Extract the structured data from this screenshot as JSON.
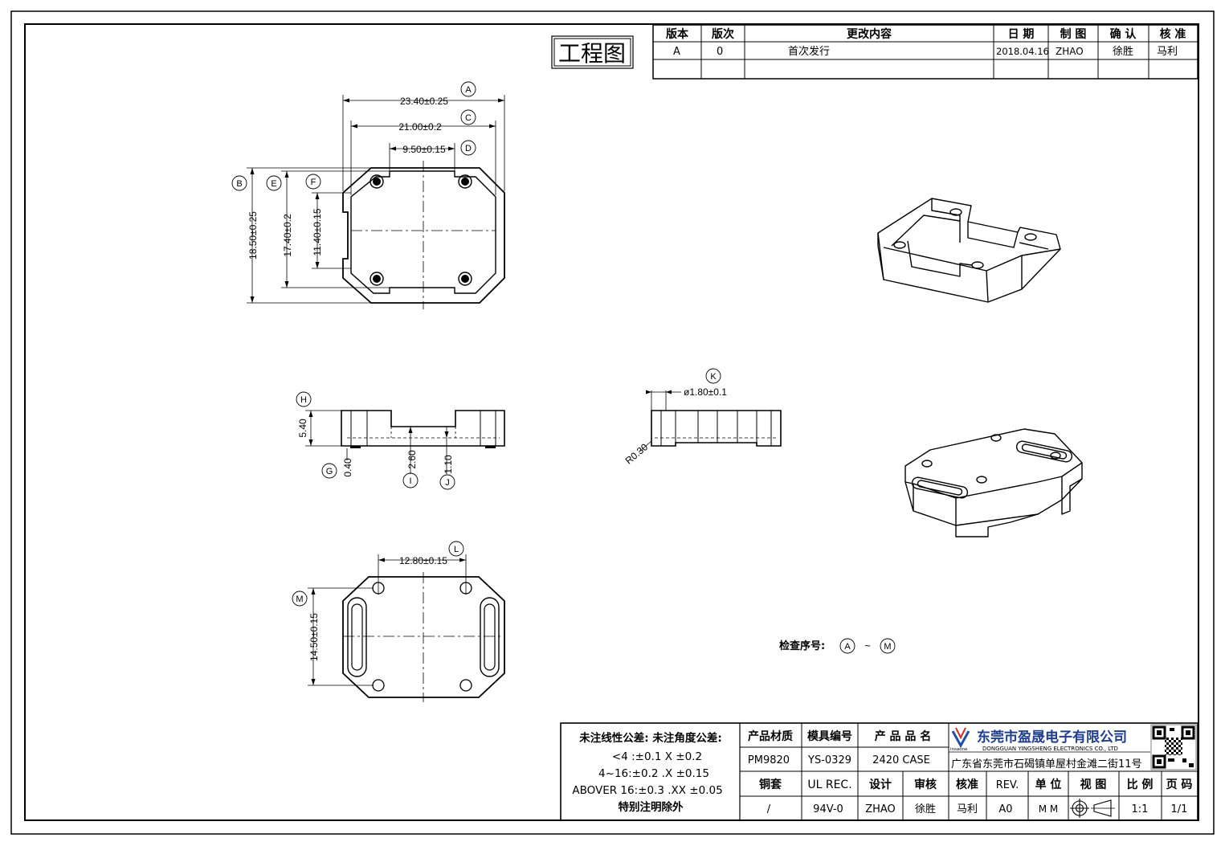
{
  "title_stamp": "工程图",
  "revision_table": {
    "headers": [
      "版本",
      "版次",
      "更改内容",
      "日 期",
      "制 图",
      "确 认",
      "核 准"
    ],
    "rows": [
      [
        "A",
        "0",
        "首次发行",
        "2018.04.16",
        "ZHAO",
        "徐胜",
        "马利"
      ],
      [
        "",
        "",
        "",
        "",
        "",
        "",
        ""
      ]
    ]
  },
  "dimensions": {
    "a": {
      "value": "23.40±0.25",
      "tag": "A"
    },
    "c": {
      "value": "21.00±0.2",
      "tag": "C"
    },
    "d": {
      "value": "9.50±0.15",
      "tag": "D"
    },
    "b": {
      "value": "18.50±0.25",
      "tag": "B"
    },
    "e": {
      "value": "17.40±0.2",
      "tag": "E"
    },
    "f": {
      "value": "11.40±0.15",
      "tag": "F"
    },
    "h": {
      "value": "5.40",
      "tag": "H"
    },
    "g": {
      "value": "0.40",
      "tag": "G"
    },
    "i": {
      "value": "2.60",
      "tag": "I"
    },
    "j": {
      "value": "1.10",
      "tag": "J"
    },
    "k": {
      "value": "ø1.80±0.1",
      "tag": "K"
    },
    "r": {
      "value": "R0.30"
    },
    "l": {
      "value": "12.80±0.15",
      "tag": "L"
    },
    "m": {
      "value": "14.50±0.15",
      "tag": "M"
    }
  },
  "inspection": {
    "label": "检查序号:",
    "from": "A",
    "sep": "~",
    "to": "M"
  },
  "tolerance": {
    "heading": "未注线性公差:  未注角度公差:",
    "line1": "<4 :±0.1  X ±0.2",
    "line2": "4~16:±0.2  .X ±0.15",
    "line3": "ABOVER 16:±0.3  .XX ±0.05",
    "note": "特别注明除外"
  },
  "title_block": {
    "material_label": "产品材质",
    "material": "PM9820",
    "mold_label": "模具编号",
    "mold": "YS-0329",
    "product_label": "产 品 品 名",
    "product": "2420 CASE",
    "pin_label": "铜套",
    "pin": "/",
    "ul_label": "UL REC.",
    "ul": "94V-0",
    "design_label": "设计",
    "design": "ZHAO",
    "review_label": "审核",
    "review": "徐胜",
    "approve_label": "核准",
    "approve": "马利",
    "rev_label": "REV.",
    "rev": "A0",
    "unit_label": "单 位",
    "unit": "M M",
    "view_label": "视 图",
    "scale_label": "比 例",
    "scale": "1:1",
    "page_label": "页 码",
    "page": "1/1"
  },
  "company": {
    "name_cn": "东莞市盈晟电子有限公司",
    "name_en": "DONGGUAN YINGSHENG ELECTRONICS CO., LTD",
    "address": "广东省东莞市石碣镇单屋村金滩二街11号",
    "logo_text": "insaone"
  }
}
